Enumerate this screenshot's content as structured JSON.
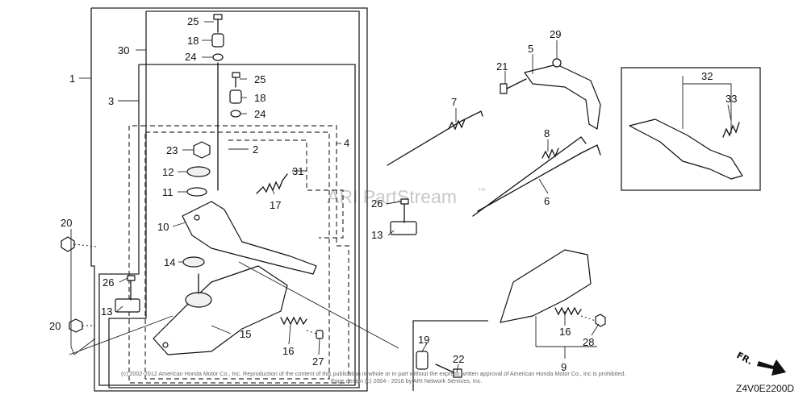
{
  "watermark": {
    "text": "ARI PartStream",
    "trademark": "™"
  },
  "diagram_code": "Z4V0E2200D",
  "direction_label": "FR.",
  "copyright": {
    "line1": "(c) 2002-2012 American Honda Motor Co., Inc. Reproduction of the content of this publication in whole or in part without the express written approval of American Honda Motor Co., Inc is prohibited.",
    "line2": "Page design (c) 2004 - 2016 by ARI Network Services, Inc."
  },
  "callouts": {
    "c1": "1",
    "c2": "2",
    "c3": "3",
    "c4": "4",
    "c5": "5",
    "c6": "6",
    "c7": "7",
    "c8": "8",
    "c9": "9",
    "c10": "10",
    "c11": "11",
    "c12": "12",
    "c13a": "13",
    "c13b": "13",
    "c14": "14",
    "c15": "15",
    "c16a": "16",
    "c16b": "16",
    "c17": "17",
    "c18a": "18",
    "c18b": "18",
    "c19": "19",
    "c20a": "20",
    "c20b": "20",
    "c21": "21",
    "c22": "22",
    "c23": "23",
    "c24a": "24",
    "c24b": "24",
    "c25a": "25",
    "c25b": "25",
    "c26a": "26",
    "c26b": "26",
    "c27": "27",
    "c28": "28",
    "c29": "29",
    "c30": "30",
    "c31": "31",
    "c32": "32",
    "c33": "33"
  }
}
